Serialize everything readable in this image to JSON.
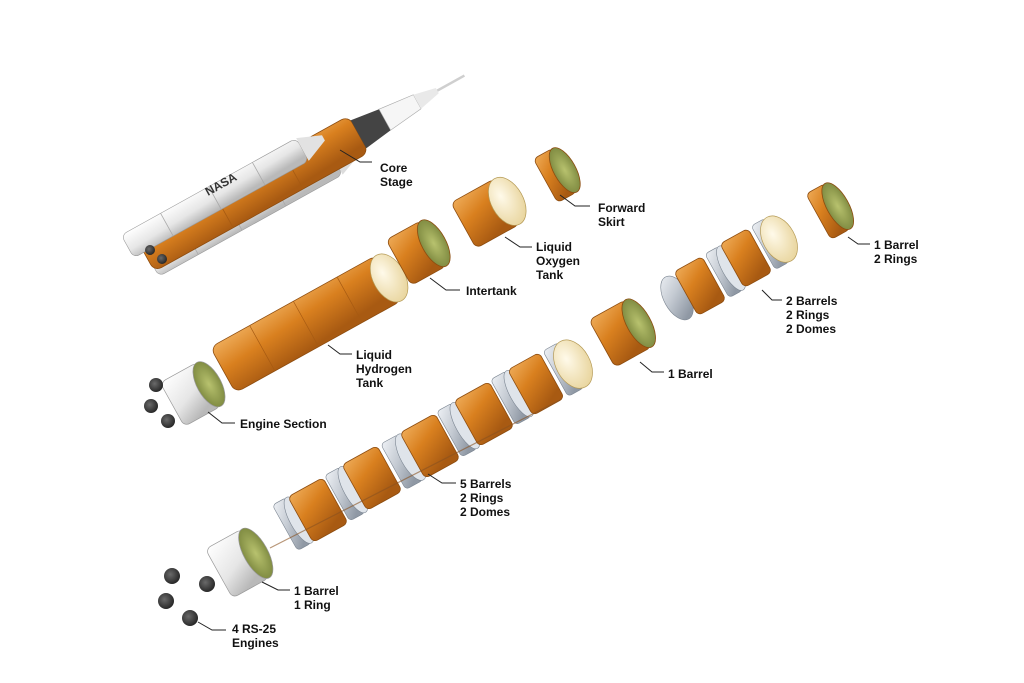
{
  "colors": {
    "orange": "#d9801f",
    "orange_dark": "#b05f12",
    "orange_light": "#eaa250",
    "dome": "#f4e6bd",
    "liner": "#8e9a4a",
    "ring": "#c4cad2",
    "white": "#f2f2f2",
    "engine": "#3c3c3c",
    "leader": "#222222"
  },
  "logo_text": "NASA",
  "labels": {
    "core_stage": [
      "Core",
      "Stage"
    ],
    "forward_skirt": [
      "Forward",
      "Skirt"
    ],
    "lox_tank": [
      "Liquid",
      "Oxygen",
      "Tank"
    ],
    "intertank": [
      "Intertank"
    ],
    "lh2_tank": [
      "Liquid",
      "Hydrogen",
      "Tank"
    ],
    "engine_section": [
      "Engine Section"
    ],
    "barrel_1_rings_2": [
      "1 Barrel",
      "2 Rings"
    ],
    "barrels_2": [
      "2 Barrels",
      "2 Rings",
      "2 Domes"
    ],
    "barrel_1": [
      "1 Barrel"
    ],
    "barrels_5": [
      "5 Barrels",
      "2 Rings",
      "2 Domes"
    ],
    "barrel_1_ring_1": [
      "1 Barrel",
      "1 Ring"
    ],
    "rs25": [
      "4 RS-25",
      "Engines"
    ]
  }
}
